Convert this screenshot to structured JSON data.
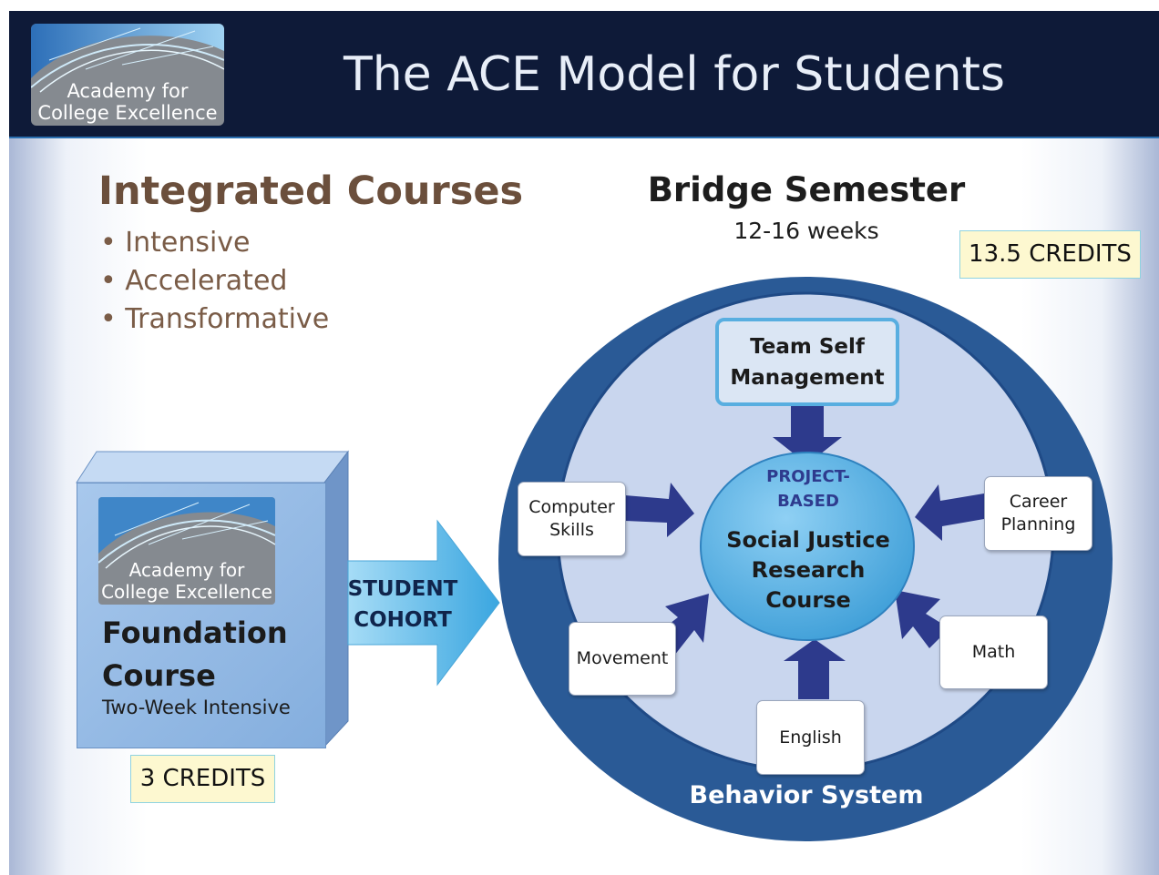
{
  "header": {
    "title": "The ACE Model for Students",
    "logo_line1": "Academy for",
    "logo_line2": "College Excellence"
  },
  "integrated": {
    "title": "Integrated Courses",
    "bullets": [
      "• Intensive",
      "• Accelerated",
      "• Transformative"
    ]
  },
  "foundation": {
    "logo_line1": "Academy for",
    "logo_line2": "College Excellence",
    "title_line1": "Foundation",
    "title_line2": "Course",
    "subtitle": "Two-Week Intensive",
    "credits": "3 CREDITS"
  },
  "cohort": {
    "line1": "STUDENT",
    "line2": "COHORT"
  },
  "bridge": {
    "title": "Bridge Semester",
    "duration": "12-16 weeks",
    "credits": "13.5 CREDITS",
    "behavior_system": "Behavior System",
    "team": {
      "line1": "Team Self",
      "line2": "Management"
    },
    "center": {
      "tag_line1": "PROJECT-",
      "tag_line2": "BASED",
      "line1": "Social Justice",
      "line2": "Research",
      "line3": "Course"
    },
    "nodes": {
      "computer_line1": "Computer",
      "computer_line2": "Skills",
      "career_line1": "Career",
      "career_line2": "Planning",
      "movement": "Movement",
      "math": "Math",
      "english": "English"
    }
  },
  "colors": {
    "header_bg": "#0e1a38",
    "outer_circle": "#2a5a96",
    "inner_circle": "#c9d6ee",
    "center_circle": "#5ab4e6",
    "arrow_navy": "#2d3a8c",
    "cohort_arrow": "#4fb2e6",
    "credit_bg": "#fdf8d0",
    "heading_brown": "#6b4f3c"
  }
}
